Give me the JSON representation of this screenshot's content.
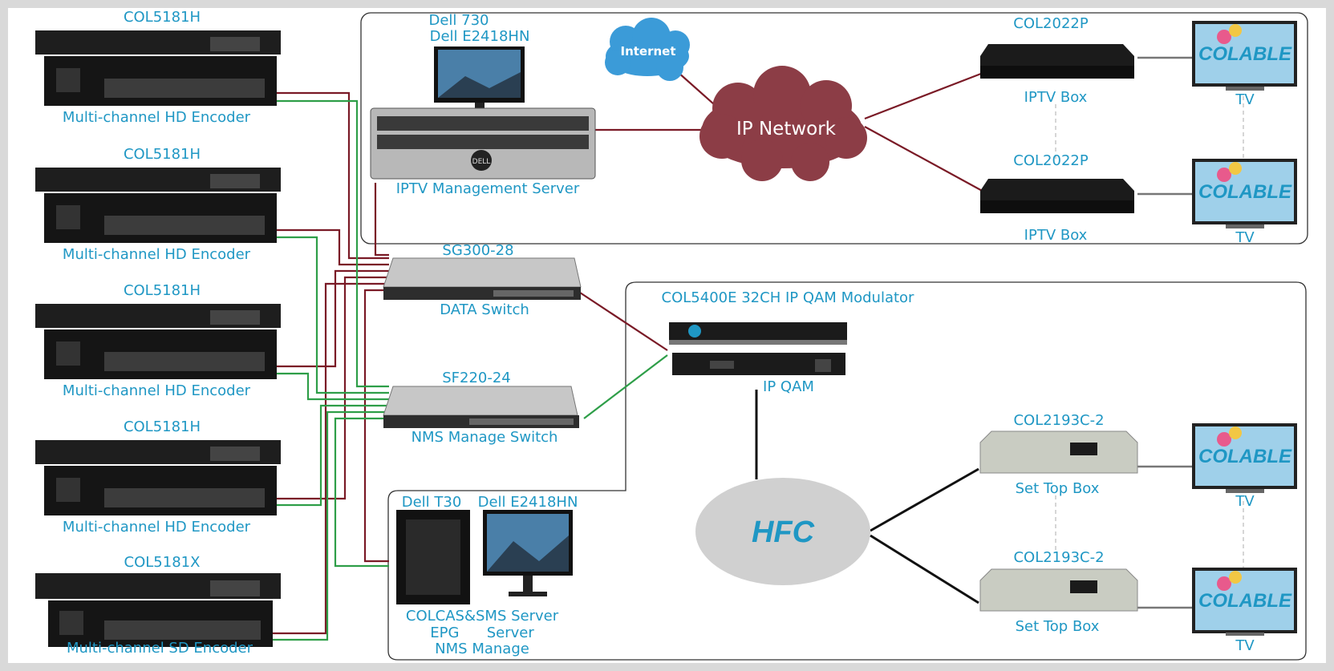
{
  "colors": {
    "background": "#ffffff",
    "frame": "#d9d9d9",
    "label": "#1f97c4",
    "data_line": "#7a1a26",
    "nms_line": "#2e9e48",
    "coax_line": "#111111",
    "ip_cloud": "#8c3d46",
    "internet_cloud": "#3b9bd8",
    "hfc": "#d0d0d0"
  },
  "encoders": [
    {
      "model": "COL5181H",
      "caption": "Multi-channel HD Encoder"
    },
    {
      "model": "COL5181H",
      "caption": "Multi-channel HD Encoder"
    },
    {
      "model": "COL5181H",
      "caption": "Multi-channel HD Encoder"
    },
    {
      "model": "COL5181H",
      "caption": "Multi-channel HD Encoder"
    },
    {
      "model": "COL5181X",
      "caption": "Multi-channel SD Encoder"
    }
  ],
  "iptv_server": {
    "monitor_line1": "Dell 730",
    "monitor_line2": "Dell E2418HN",
    "caption": "IPTV Management Server",
    "brand": "DELL"
  },
  "internet": {
    "label": "Internet"
  },
  "ip_network": {
    "label": "IP Network"
  },
  "iptv_boxes": [
    {
      "model": "COL2022P",
      "caption": "IPTV Box"
    },
    {
      "model": "COL2022P",
      "caption": "IPTV Box"
    }
  ],
  "tvs": [
    {
      "brand": "COLABLE",
      "caption": "TV"
    },
    {
      "brand": "COLABLE",
      "caption": "TV"
    },
    {
      "brand": "COLABLE",
      "caption": "TV"
    },
    {
      "brand": "COLABLE",
      "caption": "TV"
    }
  ],
  "data_switch": {
    "model": "SG300-28",
    "caption": "DATA Switch"
  },
  "nms_switch": {
    "model": "SF220-24",
    "caption": "NMS Manage Switch"
  },
  "modulator": {
    "title": "COL5400E 32CH IP QAM Modulator",
    "caption": "IP QAM"
  },
  "hfc": {
    "label": "HFC"
  },
  "set_top_boxes": [
    {
      "model": "COL2193C-2",
      "caption": "Set Top Box"
    },
    {
      "model": "COL2193C-2",
      "caption": "Set Top Box"
    }
  ],
  "cas_server": {
    "tower_label": "Dell T30",
    "monitor_label": "Dell E2418HN",
    "caption_line1": "COLCAS&SMS Server",
    "caption_line2": "EPG      Server",
    "caption_line3": "NMS Manage"
  }
}
